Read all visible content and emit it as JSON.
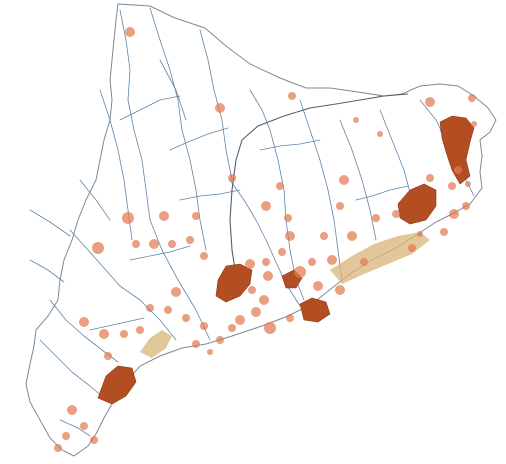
{
  "map": {
    "colors": {
      "background": "#ffffff",
      "region_fill": "#ffffff",
      "region_outline": "#7f8a93",
      "watershed_divide": "#4f6272",
      "river": "#5f86a8",
      "settlement": "#e07a4f",
      "urban_area": "#b34e22",
      "urban_area_edge": "#8f3a15",
      "irrigated_area": "#d8b478"
    },
    "layers": {
      "territory": "region-outline",
      "rivers": "river-network",
      "settlements": "population-centres",
      "urban_areas": "metropolitan-areas",
      "irrigation": "irrigated-zones"
    }
  }
}
